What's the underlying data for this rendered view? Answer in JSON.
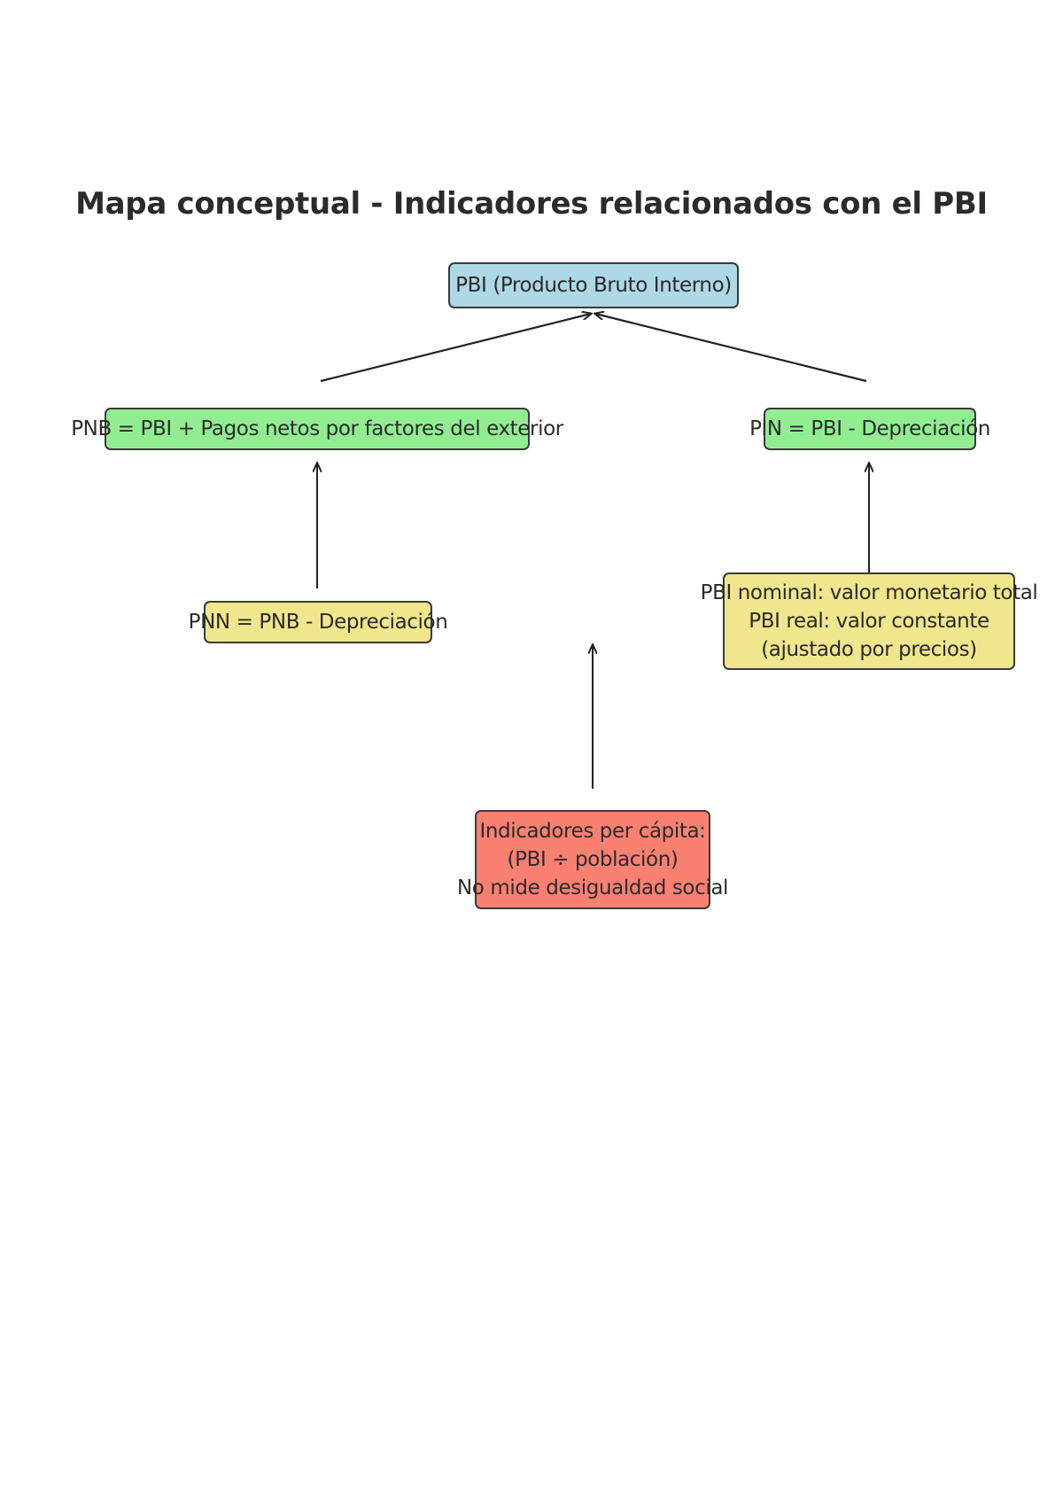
{
  "diagram": {
    "title": "Mapa conceptual - Indicadores relacionados con el PBI",
    "nodes": {
      "pbi": {
        "text": "PBI (Producto Bruto Interno)",
        "color": "#add8e6"
      },
      "pnb": {
        "text": "PNB = PBI + Pagos netos por factores del exterior",
        "color": "#90ee90"
      },
      "pin": {
        "text": "PIN = PBI - Depreciación",
        "color": "#90ee90"
      },
      "pnn": {
        "text": "PNN = PNB - Depreciación",
        "color": "#f0e68c"
      },
      "pbi_nominal_real": {
        "lines": [
          "PBI nominal: valor monetario total",
          "PBI real: valor constante",
          "(ajustado por precios)"
        ],
        "color": "#f0e68c"
      },
      "per_capita": {
        "lines": [
          "Indicadores per cápita:",
          "(PBI ÷ población)",
          "No mide desigualdad social"
        ],
        "color": "#fa8072"
      }
    },
    "edges": [
      {
        "from": "pnb",
        "to": "pbi"
      },
      {
        "from": "pin",
        "to": "pbi"
      },
      {
        "from": "pnn",
        "to": "pnb"
      },
      {
        "from": "pbi_nominal_real",
        "to": "pin"
      },
      {
        "from": "per_capita",
        "to": "pbi"
      }
    ]
  }
}
